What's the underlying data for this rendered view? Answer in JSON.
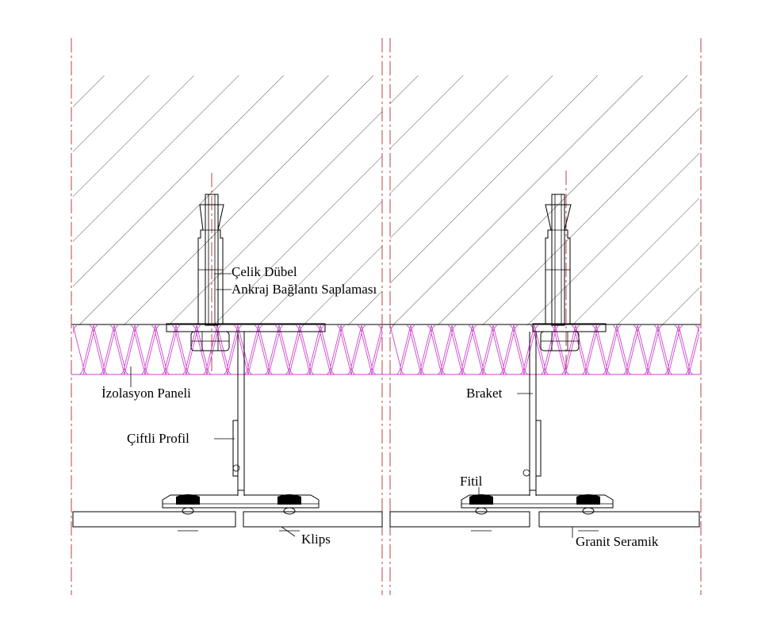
{
  "labels": {
    "celik_dubel": "Çelik Dübel",
    "ankraj": "Ankraj Bağlantı Saplaması",
    "izolasyon": "İzolasyon Paneli",
    "ciftli_profil": "Çiftli Profil",
    "klips": "Klips",
    "braket": "Braket",
    "fitil": "Fitil",
    "granit": "Granit Seramik"
  },
  "colors": {
    "line": "#000000",
    "insulation": "#cc44cc",
    "centerline": "#b03030",
    "hatch": "#555555"
  }
}
